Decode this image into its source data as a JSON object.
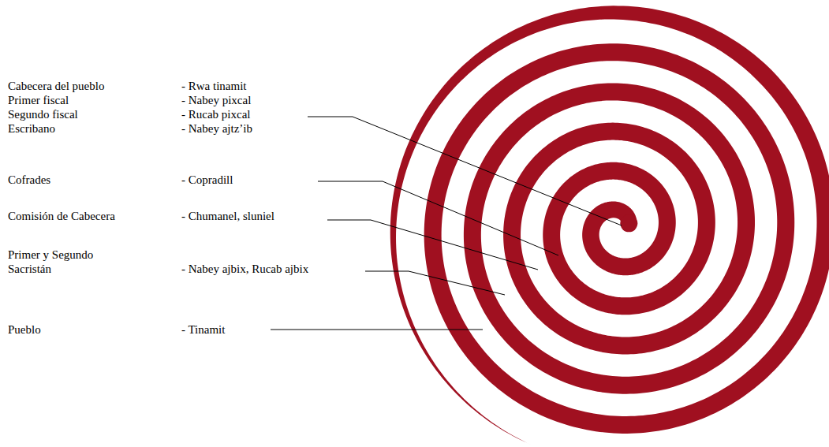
{
  "diagram": {
    "labels": [
      "Cabecera del pueblo",
      "- Rwa tinamit",
      "Primer fiscal",
      "- Nabey pixcal",
      "Segundo fiscal",
      "- Rucab pixcal",
      "Escribano",
      "- Nabey ajtz’ib",
      "Cofrades",
      "- Copradill",
      "Comisión de Cabecera",
      "- Chumanel, sluniel",
      "Primer y Segundo Sacristán",
      "- Nabey ajbix, Rucab ajbix",
      "Pueblo",
      "- Tinamit"
    ]
  }
}
